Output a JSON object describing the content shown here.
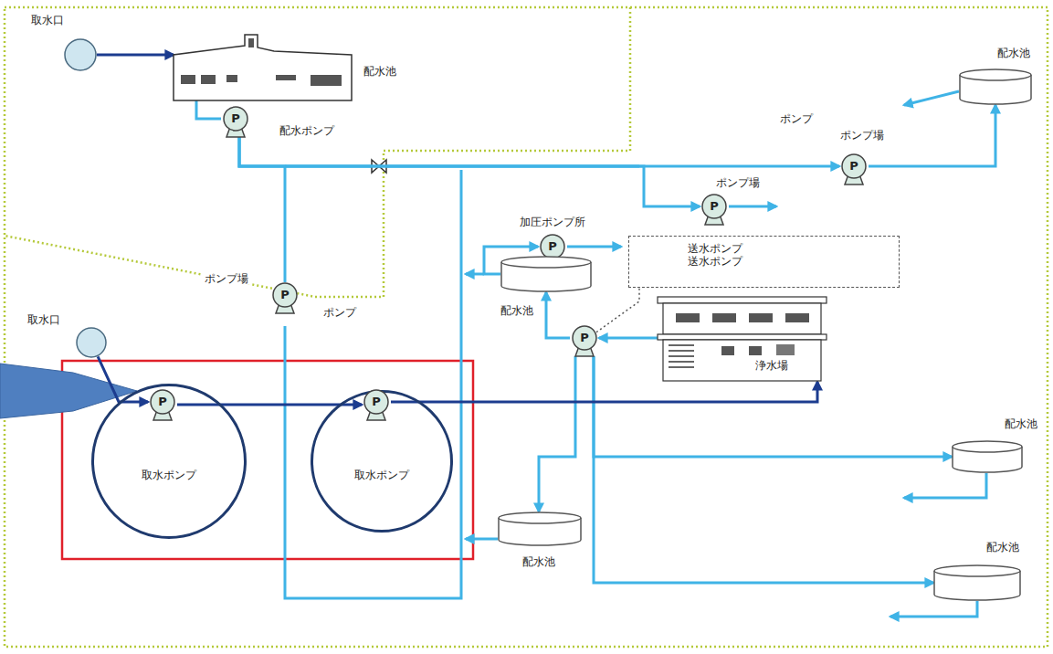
{
  "diagram": {
    "nodes": [
      {
        "text": [
          "取水口"
        ]
      },
      {
        "text": [
          "配水池"
        ]
      },
      {
        "text": [
          "P",
          "配水ポンプ"
        ]
      },
      {
        "text": [
          "配水池"
        ]
      },
      {
        "text": [
          "ポンプ",
          "ポンプ場",
          "P"
        ]
      },
      {
        "text": [
          "ポンプ場",
          "P"
        ]
      },
      {
        "text": [
          "加圧ポンプ所",
          "P"
        ]
      },
      {
        "text": [
          "送水ポンプ",
          "送水ポンプ"
        ]
      },
      {
        "text": [
          "ポンプ場",
          "P",
          "ポンプ"
        ]
      },
      {
        "text": [
          "配水池"
        ]
      },
      {
        "text": [
          "P"
        ]
      },
      {
        "text": [
          "浄水場"
        ]
      },
      {
        "text": [
          "取水口"
        ]
      },
      {
        "text": [
          "取水ポンプ"
        ]
      },
      {
        "text": [
          "P"
        ],
        "in": 13
      },
      {
        "text": [
          "取水ポンプ"
        ]
      },
      {
        "text": [
          "P"
        ],
        "in": 15
      },
      {
        "text": [
          "配水池"
        ]
      },
      {
        "text": [
          "配水池"
        ]
      },
      {
        "text": [
          "配水池"
        ]
      }
    ],
    "edges": [
      {
        "from": 0,
        "to": 1,
        "arrow": "to"
      },
      {
        "from": 1,
        "to": 2,
        "arrow": "none"
      },
      {
        "from": 2,
        "to": 4,
        "arrow": "to"
      },
      {
        "from": 2,
        "to": 5,
        "arrow": "to"
      },
      {
        "from": 4,
        "to": 3,
        "arrow": "to"
      },
      {
        "from": 2,
        "to": 8,
        "arrow": "none"
      },
      {
        "from": 9,
        "to": 6,
        "arrow": "to"
      },
      {
        "from": 10,
        "to": 9,
        "arrow": "to"
      },
      {
        "from": 11,
        "to": 10,
        "arrow": "to"
      },
      {
        "from": 10,
        "to": 17,
        "arrow": "to"
      },
      {
        "from": 10,
        "to": 18,
        "arrow": "to"
      },
      {
        "from": 10,
        "to": 19,
        "arrow": "to"
      },
      {
        "from": 12,
        "to": 14,
        "arrow": "to"
      },
      {
        "from": 14,
        "to": 16,
        "arrow": "to"
      },
      {
        "from": 16,
        "to": 11,
        "arrow": "to"
      },
      {
        "from": 10,
        "to": 7,
        "arrow": "none"
      }
    ]
  }
}
